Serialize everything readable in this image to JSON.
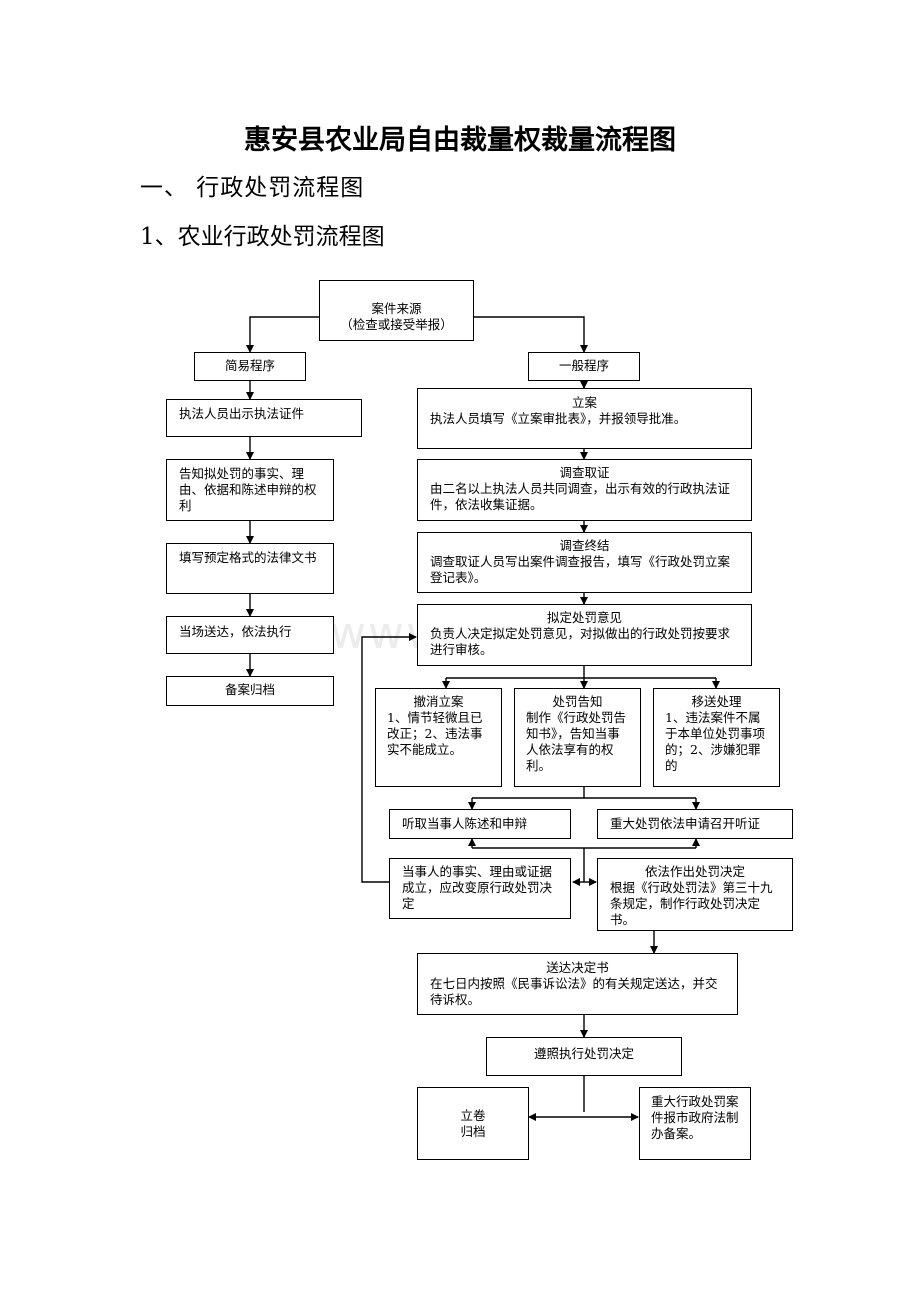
{
  "title": "惠安县农业局自由裁量权裁量流程图",
  "heading1": "一、 行政处罚流程图",
  "heading2": "1、农业行政处罚流程图",
  "watermark": "www.zixin.com.cn",
  "nodes": {
    "source": {
      "line1": "案件来源",
      "line2": "（检查或接受举报）"
    },
    "simple": "简易程序",
    "general": "一般程序",
    "show_cert": "执法人员出示执法证件",
    "inform": "告知拟处罚的事实、理由、依据和陈述申辩的权利",
    "fill_doc": "填写预定格式的法律文书",
    "deliver_spot": "当场送达，依法执行",
    "file_record": "备案归档",
    "register": {
      "title": "立案",
      "body": "执法人员填写《立案审批表》，并报领导批准。"
    },
    "investigate": {
      "title": "调查取证",
      "body": "由二名以上执法人员共同调查，出示有效的行政执法证件，依法收集证据。"
    },
    "investigate_end": {
      "title": "调查终结",
      "body": "调查取证人员写出案件调查报告，填写《行政处罚立案登记表》。"
    },
    "draft_opinion": {
      "title": "拟定处罚意见",
      "body": "负责人决定拟定处罚意见，对拟做出的行政处罚按要求进行审核。"
    },
    "revoke": {
      "title": "撤消立案",
      "body": "1、情节轻微且已改正；2、违法事实不能成立。"
    },
    "notice": {
      "title": "处罚告知",
      "body": "制作《行政处罚告知书》，告知当事人依法享有的权利。"
    },
    "transfer": {
      "title": "移送处理",
      "body": "1、违法案件不属于本单位处罚事项的；2、涉嫌犯罪的"
    },
    "hear_statement": "听取当事人陈述和申辩",
    "hearing": "重大处罚依法申请召开听证",
    "change_decision": "当事人的事实、理由或证据成立，应改变原行政处罚决定",
    "make_decision": {
      "title": "依法作出处罚决定",
      "body": "根据《行政处罚法》第三十九条规定，制作行政处罚决定书。"
    },
    "deliver_decision": {
      "title": "送达决定书",
      "body": "在七日内按照《民事诉讼法》的有关规定送达，并交待诉权。"
    },
    "execute": "遵照执行处罚决定",
    "archive": {
      "line1": "立卷",
      "line2": "归档"
    },
    "report_gov": "重大行政处罚案件报市政府法制办备案。"
  }
}
